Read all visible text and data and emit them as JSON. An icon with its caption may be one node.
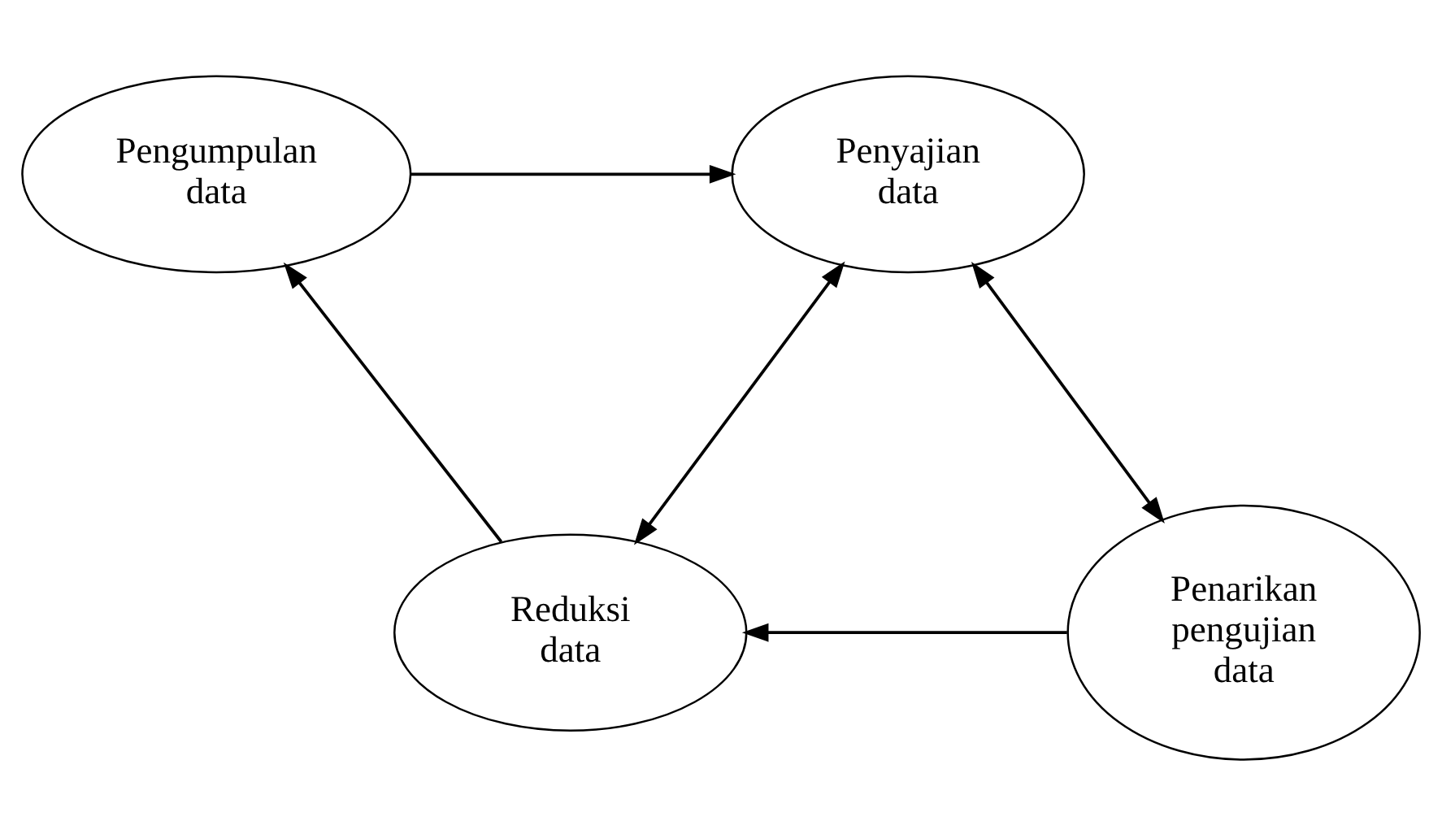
{
  "diagram": {
    "nodes": [
      {
        "text": [
          "Pengumpulan data"
        ]
      },
      {
        "text": [
          "Penyajian data"
        ]
      },
      {
        "text": [
          "Reduksi data"
        ]
      },
      {
        "text": [
          "Penarikan pengujian data"
        ]
      }
    ],
    "edges": [
      {
        "from": 0,
        "to": 1,
        "arrow": "to"
      },
      {
        "from": 1,
        "to": 2,
        "arrow": "both"
      },
      {
        "from": 1,
        "to": 3,
        "arrow": "both"
      },
      {
        "from": 3,
        "to": 2,
        "arrow": "to"
      },
      {
        "from": 2,
        "to": 0,
        "arrow": "to"
      }
    ]
  }
}
